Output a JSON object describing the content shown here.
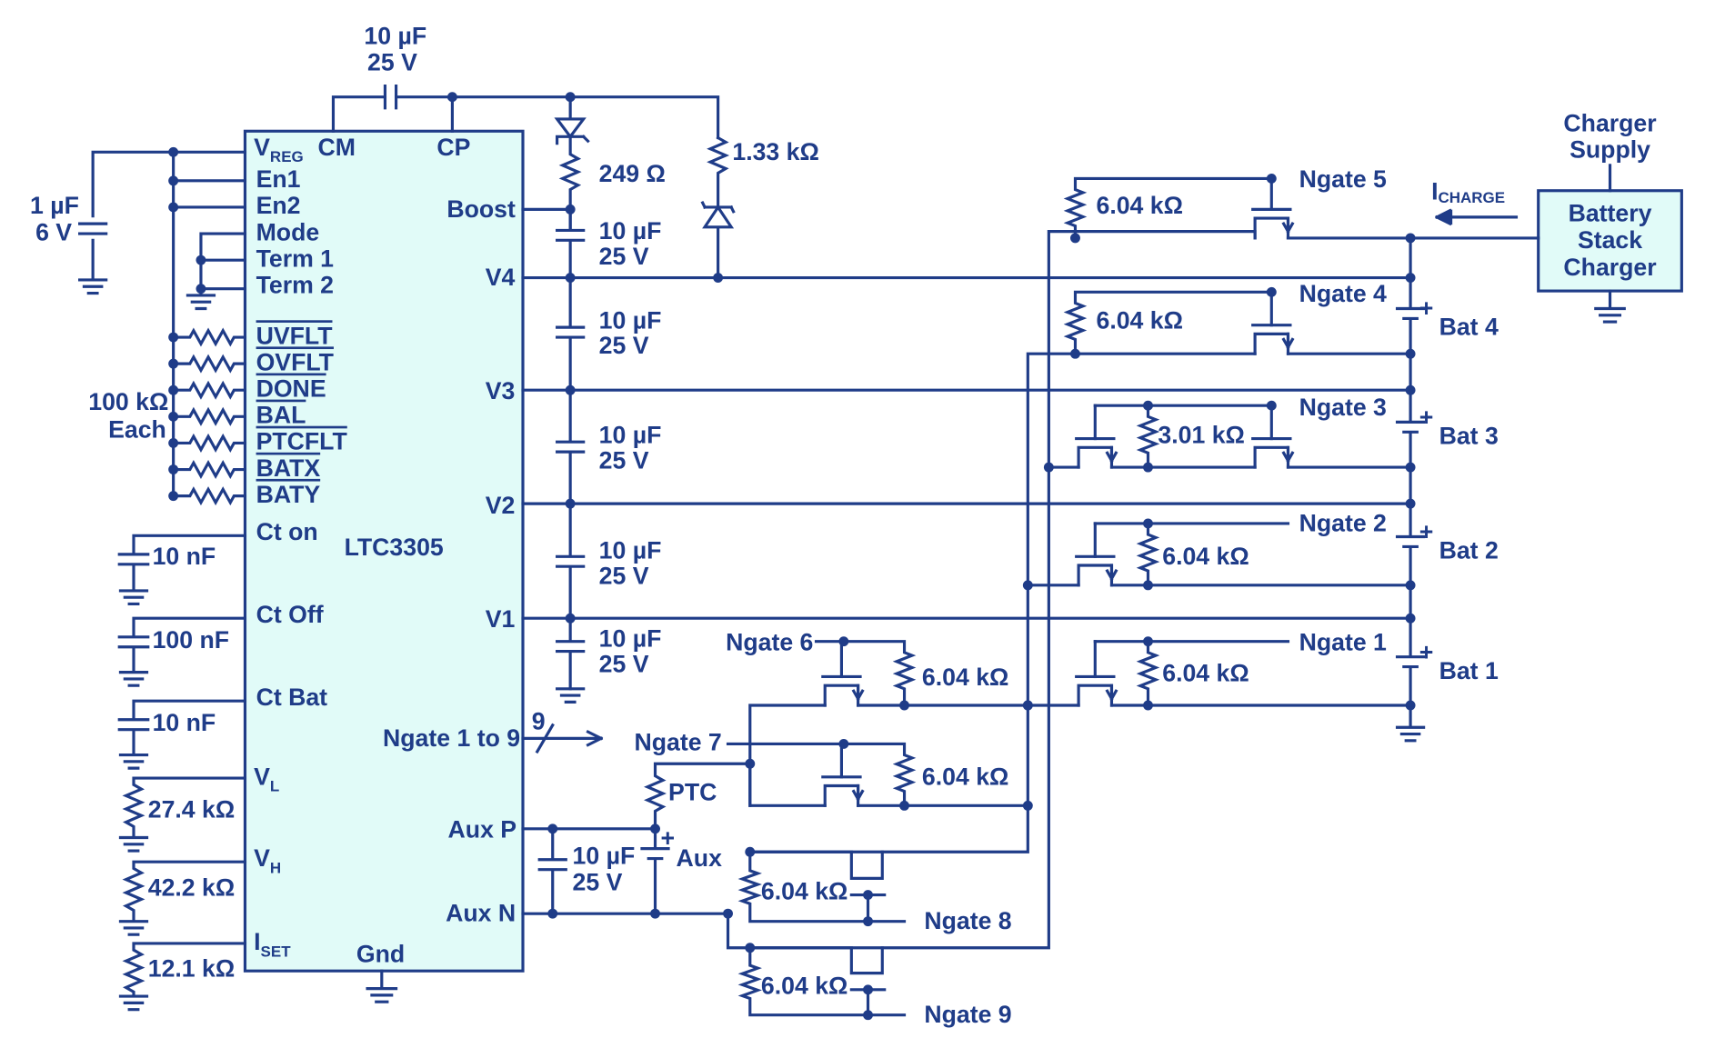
{
  "ic": {
    "name": "LTC3305",
    "pins_left": [
      "V",
      "En1",
      "En2",
      "Mode",
      "Term 1",
      "Term 2",
      "UVFLT",
      "OVFLT",
      "DONE",
      "BAL",
      "PTCFLT",
      "BATX",
      "BATY",
      "Ct on",
      "Ct Off",
      "Ct Bat",
      "V",
      "V",
      "I"
    ],
    "vreg_sub": "REG",
    "vl_sub": "L",
    "vh_sub": "H",
    "iset_sub": "SET",
    "pins_top": [
      "CM",
      "CP"
    ],
    "pins_right": [
      "Boost",
      "V4",
      "V3",
      "V2",
      "V1",
      "Ngate 1 to 9",
      "Aux P",
      "Aux N"
    ],
    "pin_bottom": "Gnd"
  },
  "components": {
    "cp_cap": [
      "10 µF",
      "25 V"
    ],
    "vreg_cap": [
      "1 µF",
      "6 V"
    ],
    "pullups": [
      "100 kΩ",
      "Each"
    ],
    "ct_on_cap": "10 nF",
    "ct_off_cap": "100 nF",
    "ct_bat_cap": "10 nF",
    "vl_res": "27.4 kΩ",
    "vh_res": "42.2 kΩ",
    "iset_res": "12.1 kΩ",
    "boost_res": "249 Ω",
    "zener_res": "1.33 kΩ",
    "stack_caps": [
      [
        "10 µF",
        "25 V"
      ],
      [
        "10 µF",
        "25 V"
      ],
      [
        "10 µF",
        "25 V"
      ],
      [
        "10 µF",
        "25 V"
      ],
      [
        "10 µF",
        "25 V"
      ]
    ],
    "aux_cap": [
      "10 µF",
      "25 V"
    ],
    "ptc": "PTC",
    "aux_bat": "Aux",
    "bus_width": "9"
  },
  "mosfets": {
    "ngate5": {
      "label": "Ngate 5",
      "res": "6.04 kΩ"
    },
    "ngate4": {
      "label": "Ngate 4",
      "res": "6.04 kΩ"
    },
    "ngate3": {
      "label": "Ngate 3",
      "res": "3.01 kΩ"
    },
    "ngate2": {
      "label": "Ngate 2",
      "res": "6.04 kΩ"
    },
    "ngate1": {
      "label": "Ngate 1",
      "res": "6.04 kΩ"
    },
    "ngate6": {
      "label": "Ngate 6",
      "res": "6.04 kΩ"
    },
    "ngate7": {
      "label": "Ngate 7",
      "res": "6.04 kΩ"
    },
    "ngate8": {
      "label": "Ngate 8",
      "res": "6.04 kΩ"
    },
    "ngate9": {
      "label": "Ngate 9",
      "res": "6.04 kΩ"
    }
  },
  "batteries": [
    "Bat 4",
    "Bat 3",
    "Bat 2",
    "Bat 1"
  ],
  "battery_plus": "+",
  "charger": {
    "supply": [
      "Charger",
      "Supply"
    ],
    "box": [
      "Battery",
      "Stack",
      "Charger"
    ],
    "current": "I",
    "current_sub": "CHARGE"
  }
}
